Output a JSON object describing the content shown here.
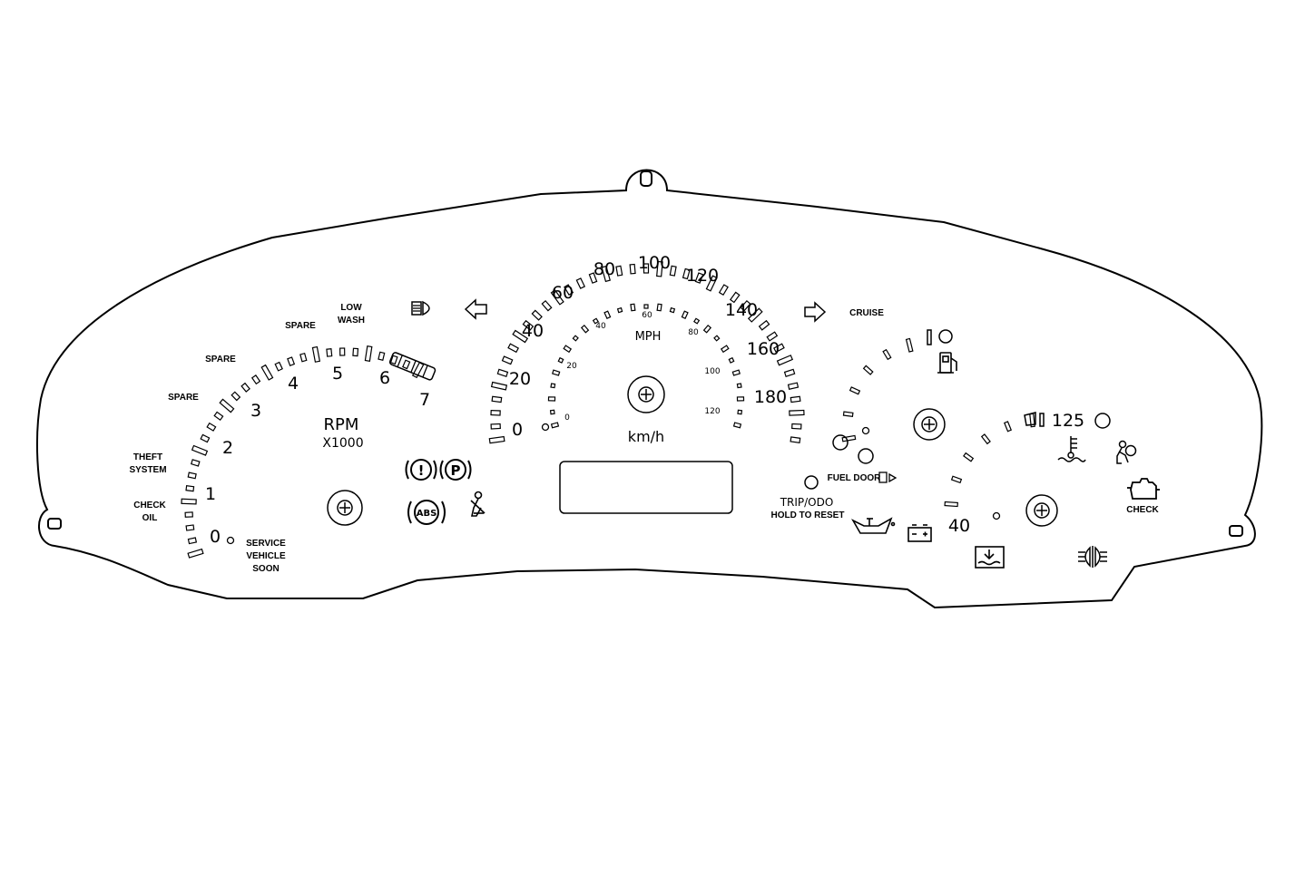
{
  "tachometer": {
    "numbers": [
      "0",
      "1",
      "2",
      "3",
      "4",
      "5",
      "6",
      "7"
    ],
    "unit": "RPM",
    "multiplier": "X1000",
    "max_value": 7
  },
  "speedometer": {
    "kmh_numbers": [
      "0",
      "20",
      "40",
      "60",
      "80",
      "100",
      "120",
      "140",
      "160",
      "180"
    ],
    "mph_numbers": [
      "0",
      "20",
      "40",
      "60",
      "80",
      "100",
      "120"
    ],
    "mph_unit": "MPH",
    "kmh_unit": "km/h"
  },
  "labels": {
    "low_wash": [
      "LOW",
      "WASH"
    ],
    "spare_1": "SPARE",
    "spare_2": "SPARE",
    "spare_3": "SPARE",
    "theft_system": [
      "THEFT",
      "SYSTEM"
    ],
    "check_oil": [
      "CHECK",
      "OIL"
    ],
    "service_vehicle_soon": [
      "SERVICE",
      "VEHICLE",
      "SOON"
    ],
    "cruise": "CRUISE",
    "fuel_door": "FUEL DOOR",
    "trip_odo": "TRIP/ODO",
    "hold_to_reset": "HOLD TO RESET",
    "check_engine": "CHECK",
    "abs": "ABS",
    "park_brake": "P",
    "brake_warning": "!"
  },
  "temp_gauge": {
    "low": "40",
    "high": "125"
  },
  "colors": {
    "line": "#000000",
    "background": "#ffffff"
  }
}
